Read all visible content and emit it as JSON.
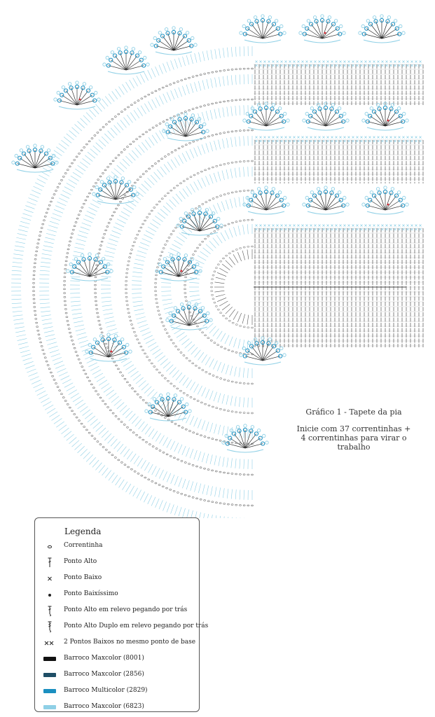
{
  "chart": {
    "title": "Gráfico 1 - Tapete da pia",
    "instruction_line1": "Inicie com 37 correntinhas +",
    "instruction_line2": "4 correntinhas para virar o trabalho"
  },
  "legend": {
    "title": "Legenda",
    "items": [
      {
        "symbol": "chain-icon",
        "label": "Correntinha"
      },
      {
        "symbol": "double-crochet-icon",
        "label": "Ponto Alto"
      },
      {
        "symbol": "single-crochet-icon",
        "label": "Ponto Baixo"
      },
      {
        "symbol": "slip-stitch-icon",
        "label": "Ponto Baixíssimo"
      },
      {
        "symbol": "back-post-dc-icon",
        "label": "Ponto Alto em relevo pegando por trás"
      },
      {
        "symbol": "back-post-tr-icon",
        "label": "Ponto Alto Duplo em relevo pegando por trás"
      },
      {
        "symbol": "two-sc-icon",
        "label": "2 Pontos Baixos no mesmo ponto de base"
      },
      {
        "symbol": "swatch",
        "label": "Barroco Maxcolor (8001)",
        "color": "#111111"
      },
      {
        "symbol": "swatch",
        "label": "Barroco Maxcolor (2856)",
        "color": "#1f4e66"
      },
      {
        "symbol": "swatch",
        "label": "Barroco Multicolor (2829)",
        "color": "#1b8fc0"
      },
      {
        "symbol": "swatch",
        "label": "Barroco Maxcolor (6823)",
        "color": "#8fd0e6"
      }
    ]
  },
  "colors": {
    "dark": "#222222",
    "navy": "#1f4e66",
    "teal": "#1b8fc0",
    "light": "#8fd0e6",
    "accent": "#e0303a"
  }
}
